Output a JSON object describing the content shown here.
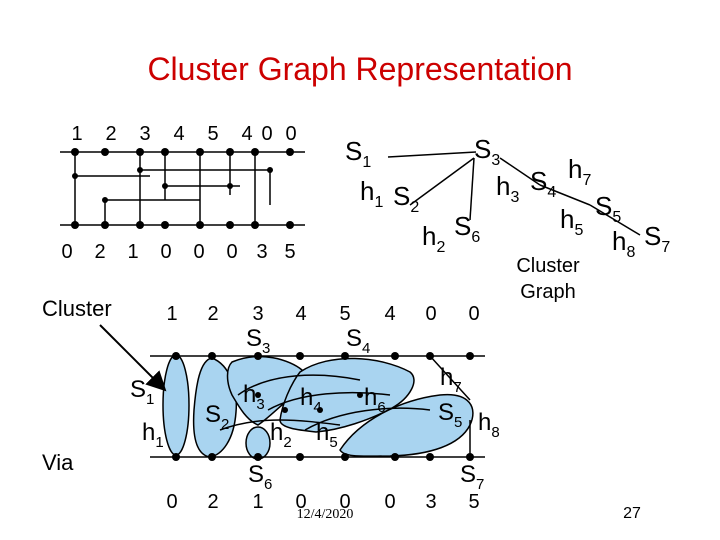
{
  "title": "Cluster Graph Representation",
  "channel": {
    "top_labels": [
      "1",
      "2",
      "3",
      "4",
      "5",
      "4",
      "0",
      "0"
    ],
    "bottom_labels": [
      "0",
      "2",
      "1",
      "0",
      "0",
      "0",
      "3",
      "5"
    ]
  },
  "cluster_graph": {
    "nodes": {
      "S1": {
        "base": "S",
        "sub": "1"
      },
      "S2": {
        "base": "S",
        "sub": "2"
      },
      "S3": {
        "base": "S",
        "sub": "3"
      },
      "S4": {
        "base": "S",
        "sub": "4"
      },
      "S5": {
        "base": "S",
        "sub": "5"
      },
      "S6": {
        "base": "S",
        "sub": "6"
      },
      "S7": {
        "base": "S",
        "sub": "7"
      },
      "h1": {
        "base": "h",
        "sub": "1"
      },
      "h2": {
        "base": "h",
        "sub": "2"
      },
      "h3": {
        "base": "h",
        "sub": "3"
      },
      "h5": {
        "base": "h",
        "sub": "5"
      },
      "h7": {
        "base": "h",
        "sub": "7"
      },
      "h8": {
        "base": "h",
        "sub": "8"
      }
    },
    "caption": [
      "Cluster",
      "Graph"
    ]
  },
  "bottom": {
    "cluster_label": "Cluster",
    "via_label": "Via",
    "top_labels": [
      "1",
      "2",
      "3",
      "4",
      "5",
      "4",
      "0",
      "0"
    ],
    "bottom_labels": [
      "0",
      "2",
      "1",
      "0",
      "0",
      "0",
      "3",
      "5"
    ],
    "labels": {
      "S1": {
        "base": "S",
        "sub": "1"
      },
      "S2": {
        "base": "S",
        "sub": "2"
      },
      "S3": {
        "base": "S",
        "sub": "3"
      },
      "S4": {
        "base": "S",
        "sub": "4"
      },
      "S5": {
        "base": "S",
        "sub": "5"
      },
      "S6": {
        "base": "S",
        "sub": "6"
      },
      "S7": {
        "base": "S",
        "sub": "7"
      },
      "h1": {
        "base": "h",
        "sub": "1"
      },
      "h2": {
        "base": "h",
        "sub": "2"
      },
      "h3": {
        "base": "h",
        "sub": "3"
      },
      "h4": {
        "base": "h",
        "sub": "4"
      },
      "h5": {
        "base": "h",
        "sub": "5"
      },
      "h6": {
        "base": "h",
        "sub": "6"
      },
      "h7": {
        "base": "h",
        "sub": "7"
      },
      "h8": {
        "base": "h",
        "sub": "8"
      }
    }
  },
  "footer": {
    "date": "12/4/2020",
    "page": "27"
  },
  "colors": {
    "title": "#cc0000",
    "ink": "#000000",
    "cluster_fill": "#a9d4f0"
  }
}
